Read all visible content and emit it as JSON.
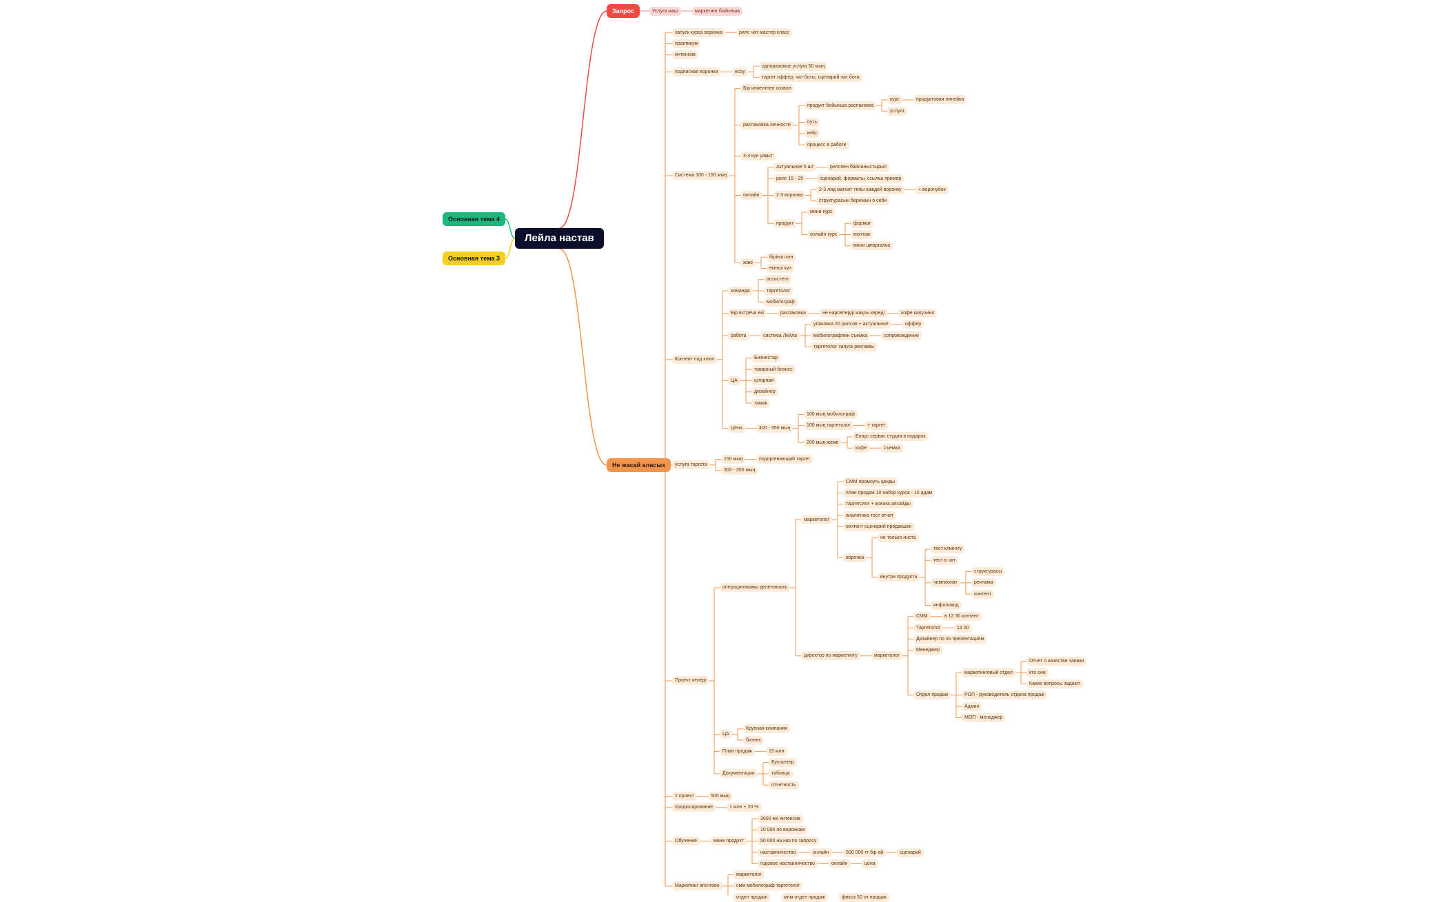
{
  "root": {
    "label": "Лейла настав"
  },
  "left_topics": [
    {
      "label": "Основная тема 4",
      "color": "#1db77b"
    },
    {
      "label": "Основная тема 3",
      "color": "#f4cf1c"
    }
  ],
  "zapros": {
    "label": "Запрос",
    "color": "#ef4a42",
    "children": [
      {
        "label": "Услуга маш",
        "children": [
          {
            "label": "маркетинг бойынша"
          }
        ]
      }
    ]
  },
  "nezhasai": {
    "label": "Не жасай аласыз",
    "color": "#f3944d",
    "children": [
      {
        "label": "запуск курса воронка",
        "children": [
          {
            "label": "рилс чат мастер класс"
          }
        ]
      },
      {
        "label": "практикум"
      },
      {
        "label": "интенсив"
      },
      {
        "label": "подписная воронка",
        "children": [
          {
            "label": "ecoy",
            "children": [
              {
                "label": "одноразовые услуга 50 мың"
              },
              {
                "label": "таргет оффер, чат боты, сценарий чат бота"
              }
            ]
          }
        ]
      },
      {
        "label": "Система 100 - 150 мың",
        "children": [
          {
            "label": "Бір клиентпен созвон"
          },
          {
            "label": "распаковка личности",
            "children": [
              {
                "label": "продукт бойынша распаковка",
                "children": [
                  {
                    "label": "курс",
                    "children": [
                      {
                        "label": "продуктовая линейка"
                      }
                    ]
                  },
                  {
                    "label": "услуга"
                  }
                ]
              },
              {
                "label": "путь"
              },
              {
                "label": "кейс"
              },
              {
                "label": "процесс в работе"
              }
            ]
          },
          {
            "label": "3-4 күн уақыт"
          },
          {
            "label": "онлайн",
            "children": [
              {
                "label": "Актуальное 5 шт",
                "children": [
                  {
                    "label": "рилспен байланыстырып"
                  }
                ]
              },
              {
                "label": "рилс 15 - 20",
                "children": [
                  {
                    "label": "сценарий, форматы, ссылка пример"
                  }
                ]
              },
              {
                "label": "2-3 воронка",
                "children": [
                  {
                    "label": "2-3 лид магнит типы каждей воронку",
                    "children": [
                      {
                        "label": "+ воронубок"
                      }
                    ]
                  },
                  {
                    "label": "структурасын беремын о себи"
                  }
                ]
              },
              {
                "label": "продукт",
                "children": [
                  {
                    "label": "мини курс"
                  },
                  {
                    "label": "онлайн курс",
                    "children": [
                      {
                        "label": "формат"
                      },
                      {
                        "label": "монтаж"
                      },
                      {
                        "label": "мини шпаргалка"
                      }
                    ]
                  }
                ]
              }
            ]
          },
          {
            "label": "жаю",
            "children": [
              {
                "label": "бірінші күн"
              },
              {
                "label": "екінші күн"
              }
            ]
          }
        ]
      },
      {
        "label": "Контент под ключ",
        "children": [
          {
            "label": "команда",
            "children": [
              {
                "label": "ассистент"
              },
              {
                "label": "таргетолог"
              },
              {
                "label": "мобилограф"
              }
            ]
          },
          {
            "label": "Бір встреча екі",
            "children": [
              {
                "label": "распаковка",
                "children": [
                  {
                    "label": "не нарселерді жақсы көреді",
                    "children": [
                      {
                        "label": "кофе капучино"
                      }
                    ]
                  }
                ]
              }
            ]
          },
          {
            "label": "работа",
            "children": [
              {
                "label": "система Лейла",
                "children": [
                  {
                    "label": "упаковка 20 рилсов + актуальное",
                    "children": [
                      {
                        "label": "оффер"
                      }
                    ]
                  },
                  {
                    "label": "мобилографпен съемка",
                    "children": [
                      {
                        "label": "сопровождение"
                      }
                    ]
                  },
                  {
                    "label": "таргетолог запуск рекламы"
                  }
                ]
              }
            ]
          },
          {
            "label": "ЦА",
            "children": [
              {
                "label": "Бизнестар"
              },
              {
                "label": "товарный бизнес"
              },
              {
                "label": "шторная"
              },
              {
                "label": "дизайнер"
              },
              {
                "label": "тамак"
              }
            ]
          },
          {
            "label": "Цена",
            "children": [
              {
                "label": "400 - 350 мың",
                "children": [
                  {
                    "label": "100 мың мобилограф"
                  },
                  {
                    "label": "100 мың таргетолог",
                    "children": [
                      {
                        "label": "+ таргет"
                      }
                    ]
                  },
                  {
                    "label": "200 мың жеме",
                    "children": [
                      {
                        "label": "Бонус сервис студия в подарок"
                      },
                      {
                        "label": "кофе",
                        "children": [
                          {
                            "label": "съемка"
                          }
                        ]
                      }
                    ]
                  }
                ]
              }
            ]
          }
        ]
      },
      {
        "label": "услуга таргета",
        "children": [
          {
            "label": "150 мың",
            "children": [
              {
                "label": "подоргевающий таргет"
              }
            ]
          },
          {
            "label": "300 - 350 мың"
          }
        ]
      },
      {
        "label": "Проект келеді",
        "children": [
          {
            "label": "операционкамы делеговоать",
            "children": [
              {
                "label": "маркетолог",
                "children": [
                  {
                    "label": "СММ промоуть қанды"
                  },
                  {
                    "label": "план продаж 10 набор курса - 10 адам"
                  },
                  {
                    "label": "таргетолог + жоғаға апсайды"
                  },
                  {
                    "label": "аналитика тест отчет"
                  },
                  {
                    "label": "контент сценарий продакшен"
                  },
                  {
                    "label": "воронка",
                    "children": [
                      {
                        "label": "не только инста"
                      },
                      {
                        "label": "внутри продукта",
                        "children": [
                          {
                            "label": "тест клиенту"
                          },
                          {
                            "label": "тест в чат"
                          },
                          {
                            "label": "чемпионат",
                            "children": [
                              {
                                "label": "структурасы"
                              },
                              {
                                "label": "реклама"
                              },
                              {
                                "label": "контент"
                              }
                            ]
                          },
                          {
                            "label": "инфоповод"
                          }
                        ]
                      }
                    ]
                  }
                ]
              },
              {
                "label": "директор по маркетингу",
                "children": [
                  {
                    "label": "маркетолог",
                    "children": [
                      {
                        "label": "СММ",
                        "children": [
                          {
                            "label": "в 12 30 контент"
                          }
                        ]
                      },
                      {
                        "label": "Таргетолог",
                        "children": [
                          {
                            "label": "13 00"
                          }
                        ]
                      },
                      {
                        "label": "Дизайнер по по презентациям"
                      },
                      {
                        "label": "Менеджер"
                      },
                      {
                        "label": "Отдел продаж",
                        "children": [
                          {
                            "label": "маркетинговый отдел",
                            "children": [
                              {
                                "label": "Отчет о качестве заявки"
                              },
                              {
                                "label": "кто они"
                              },
                              {
                                "label": "Какие вопросы задают"
                              }
                            ]
                          },
                          {
                            "label": "РОП - руководитель отдела продаж"
                          },
                          {
                            "label": "Админ"
                          },
                          {
                            "label": "МОП - менеджер"
                          }
                        ]
                      }
                    ]
                  }
                ]
              }
            ]
          },
          {
            "label": "ЦА",
            "children": [
              {
                "label": "Крупная компания"
              },
              {
                "label": "бизнес"
              }
            ]
          },
          {
            "label": "План продаж",
            "children": [
              {
                "label": "15 млн"
              }
            ]
          },
          {
            "label": "Документация",
            "children": [
              {
                "label": "Бухгалтер"
              },
              {
                "label": "таблица"
              },
              {
                "label": "отчетность"
              }
            ]
          }
        ]
      },
      {
        "label": "2 проект",
        "children": [
          {
            "label": "500 мың"
          }
        ]
      },
      {
        "label": "продюсирование",
        "children": [
          {
            "label": "1 млн + 20 %"
          }
        ]
      },
      {
        "label": "Обучение",
        "children": [
          {
            "label": "мини продукт",
            "children": [
              {
                "label": "3000 екі интенсив"
              },
              {
                "label": "10 000 по воронкам"
              },
              {
                "label": "50 000 на наз по запросу"
              },
              {
                "label": "наставничество",
                "children": [
                  {
                    "label": "онлайн",
                    "children": [
                      {
                        "label": "500 000 тг бір ай",
                        "children": [
                          {
                            "label": "сценарий"
                          }
                        ]
                      }
                    ]
                  }
                ]
              },
              {
                "label": "годовое наставничество",
                "children": [
                  {
                    "label": "онлайн",
                    "children": [
                      {
                        "label": "цена"
                      }
                    ]
                  }
                ]
              }
            ]
          }
        ]
      },
      {
        "label": "Маркетинг агентово",
        "children": [
          {
            "label": "маркетолог"
          },
          {
            "label": "смм мобилограф таргетолог"
          },
          {
            "label": "отдел продаж",
            "children": [
              {
                "label": "мпм отдел продаж",
                "children": [
                  {
                    "label": "фикса 50 от продаж"
                  }
                ]
              }
            ]
          }
        ]
      }
    ]
  }
}
